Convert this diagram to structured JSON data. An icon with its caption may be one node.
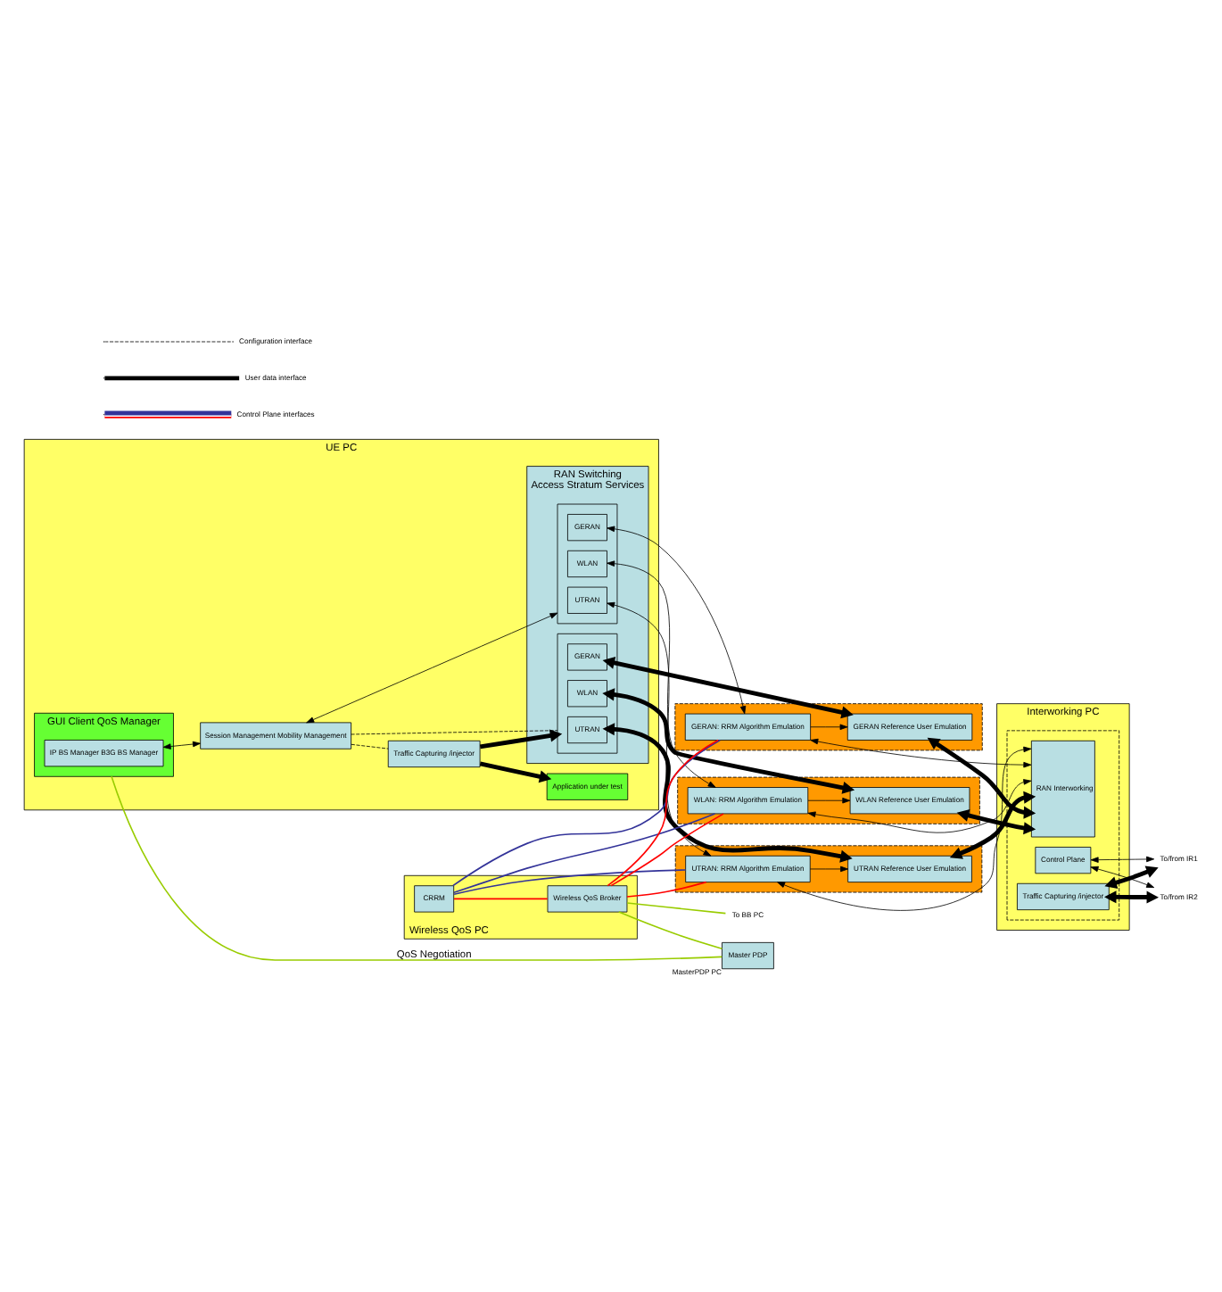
{
  "diagram": {
    "nodes": [
      {
        "text": [
          "UE PC"
        ]
      },
      {
        "text": [
          "Application under test"
        ],
        "in": 0
      },
      {
        "text": [
          "GUI Client QoS Manager"
        ],
        "in": 0
      },
      {
        "text": [
          "IP BS Manager B3G BS Manager"
        ],
        "in": 2
      },
      {
        "text": [
          "Session Management Mobility Management"
        ],
        "in": 0
      },
      {
        "text": [
          "Traffic Capturing /injector"
        ],
        "in": 0
      },
      {
        "text": [
          "RAN Switching",
          "Access Stratum Services"
        ],
        "in": 0
      },
      {
        "text": [],
        "shape": "box",
        "in": 6
      },
      {
        "text": [
          "UTRAN"
        ],
        "in": 7
      },
      {
        "text": [
          "GERAN"
        ],
        "in": 7
      },
      {
        "text": [
          "WLAN"
        ],
        "in": 7
      },
      {
        "text": [],
        "shape": "box",
        "in": 6
      },
      {
        "text": [
          "UTRAN"
        ],
        "in": 11
      },
      {
        "text": [
          "GERAN"
        ],
        "in": 11
      },
      {
        "text": [
          "WLAN"
        ],
        "in": 11
      },
      {
        "text": [
          "Wireless QoS PC"
        ]
      },
      {
        "text": [
          "CRRM"
        ],
        "in": 15
      },
      {
        "text": [
          "Wireless QoS Broker"
        ],
        "in": 15
      },
      {
        "text": [
          "Master PDP"
        ],
        "beside": [
          "MasterPDP PC"
        ]
      },
      {
        "text": [],
        "shape": "box"
      },
      {
        "text": [
          "UTRAN: RRM Algorithm Emulation"
        ],
        "in": 19
      },
      {
        "text": [
          "UTRAN Reference User Emulation"
        ],
        "in": 19
      },
      {
        "text": [],
        "shape": "box"
      },
      {
        "text": [
          "GERAN: RRM Algorithm Emulation"
        ],
        "in": 22
      },
      {
        "text": [
          "GERAN Reference User Emulation"
        ],
        "in": 22
      },
      {
        "text": [],
        "shape": "box"
      },
      {
        "text": [
          "WLAN: RRM Algorithm Emulation"
        ],
        "in": 25
      },
      {
        "text": [
          "WLAN Reference User Emulation"
        ],
        "in": 25
      },
      {
        "text": [
          "Interworking PC"
        ]
      },
      {
        "text": [],
        "shape": "box",
        "in": 28
      },
      {
        "text": [
          "RAN Interworking"
        ],
        "in": 29
      },
      {
        "text": [
          "Control Plane"
        ],
        "in": 29
      },
      {
        "text": [
          "Traffic Capturing /injector"
        ],
        "in": 29
      },
      {
        "text": [
          "To BB PC"
        ]
      },
      {
        "text": [
          "To/from IR1"
        ]
      },
      {
        "text": [
          "To/from IR2"
        ]
      }
    ],
    "edges": [
      {
        "from": 5,
        "to": 1,
        "arrow": "to",
        "style": "thick"
      },
      {
        "from": 3,
        "to": 4,
        "arrow": "both"
      },
      {
        "from": 5,
        "to": 4,
        "arrow": "none",
        "style": "dashed"
      },
      {
        "from": 4,
        "to": 7,
        "arrow": "both"
      },
      {
        "from": 4,
        "to": 11,
        "arrow": "none",
        "style": "dashed"
      },
      {
        "from": 5,
        "to": 11,
        "arrow": "to",
        "style": "thick"
      },
      {
        "from": 2,
        "to": 18,
        "arrow": "none",
        "label": "QoS Negotiation",
        "color": "#99cc00"
      },
      {
        "from": 17,
        "to": 18,
        "arrow": "none",
        "color": "#99cc00"
      },
      {
        "from": 17,
        "to": 33,
        "arrow": "none",
        "color": "#99cc00"
      },
      {
        "from": 16,
        "to": 17,
        "arrow": "none",
        "color": "#ff0000"
      },
      {
        "from": 16,
        "to": 20,
        "arrow": "none",
        "color": "#333399"
      },
      {
        "from": 16,
        "to": 23,
        "arrow": "none",
        "color": "#333399"
      },
      {
        "from": 16,
        "to": 26,
        "arrow": "none",
        "color": "#333399"
      },
      {
        "from": 17,
        "to": 20,
        "arrow": "none",
        "color": "#ff0000"
      },
      {
        "from": 17,
        "to": 23,
        "arrow": "none",
        "color": "#ff0000"
      },
      {
        "from": 17,
        "to": 26,
        "arrow": "none",
        "color": "#ff0000"
      },
      {
        "from": 8,
        "to": 20,
        "arrow": "both"
      },
      {
        "from": 9,
        "to": 23,
        "arrow": "both"
      },
      {
        "from": 10,
        "to": 26,
        "arrow": "both"
      },
      {
        "from": 12,
        "to": 21,
        "arrow": "both",
        "style": "thick"
      },
      {
        "from": 13,
        "to": 24,
        "arrow": "both",
        "style": "thick"
      },
      {
        "from": 14,
        "to": 27,
        "arrow": "both",
        "style": "thick"
      },
      {
        "from": 20,
        "to": 21,
        "arrow": "to"
      },
      {
        "from": 23,
        "to": 24,
        "arrow": "to"
      },
      {
        "from": 26,
        "to": 27,
        "arrow": "to"
      },
      {
        "from": 30,
        "to": 20,
        "arrow": "both"
      },
      {
        "from": 30,
        "to": 23,
        "arrow": "both"
      },
      {
        "from": 30,
        "to": 26,
        "arrow": "both"
      },
      {
        "from": 30,
        "to": 21,
        "arrow": "both",
        "style": "thick"
      },
      {
        "from": 30,
        "to": 24,
        "arrow": "both",
        "style": "thick"
      },
      {
        "from": 30,
        "to": 27,
        "arrow": "both",
        "style": "thick"
      },
      {
        "from": 31,
        "to": 34,
        "arrow": "both"
      },
      {
        "from": 31,
        "to": 35,
        "arrow": "both"
      },
      {
        "from": 32,
        "to": 34,
        "arrow": "both",
        "style": "thick"
      },
      {
        "from": 32,
        "to": 35,
        "arrow": "both",
        "style": "thick"
      }
    ],
    "legend": [
      {
        "text": "Configuration interface"
      },
      {
        "text": "User data interface"
      },
      {
        "text": "Control Plane interfaces"
      }
    ]
  }
}
